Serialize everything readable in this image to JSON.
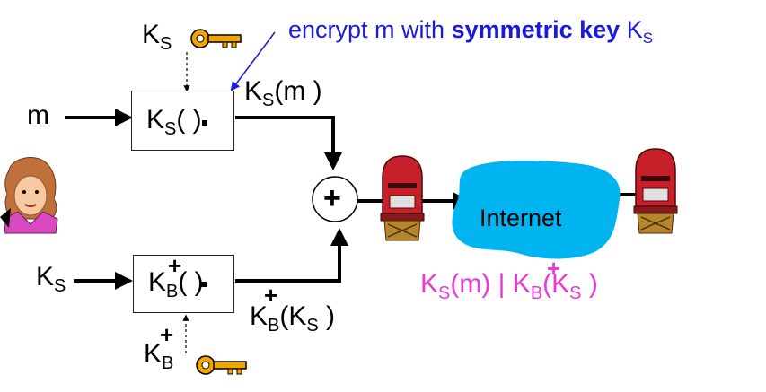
{
  "caption": {
    "prefix": "encrypt m with ",
    "bold": "symmetric key",
    "key_letter": "K",
    "key_sub": "S"
  },
  "top_key_label": {
    "letter": "K",
    "sub": "S"
  },
  "message_label": "m",
  "sym_box": {
    "letter": "K",
    "sub": "S",
    "arg": "( )"
  },
  "ks_m_label": {
    "letter": "K",
    "sub": "S",
    "rest": "(m )"
  },
  "ks_input_label": {
    "letter": "K",
    "sub": "S"
  },
  "pub_box": {
    "letter": "K",
    "sub": "B",
    "plus": "+",
    "arg": "( )"
  },
  "kb_ks_label": {
    "letter": "K",
    "sub": "B",
    "plus": "+",
    "rest": "(K",
    "rest_sub": "S",
    "close": " )"
  },
  "bottom_key_label": {
    "letter": "K",
    "sub": "B",
    "plus": "+"
  },
  "combiner_symbol": "+",
  "internet_label": "Internet",
  "transmission": {
    "a_letter": "K",
    "a_sub": "S",
    "a_rest": "(m) | ",
    "b_letter": "K",
    "b_sub": "B",
    "b_plus": "+",
    "b_rest": "(K",
    "b_rest_sub": "S",
    "b_close": " )"
  },
  "colors": {
    "caption_blue": "#1a1adb",
    "transmission_magenta": "#ea3ad6",
    "internet_cloud": "#00b4f0",
    "mailbox_red": "#c8202a",
    "key_gold": "#f2a500"
  },
  "icons": [
    "key-icon",
    "key-icon",
    "mailbox-icon",
    "mailbox-icon",
    "person-icon",
    "cloud-icon"
  ]
}
